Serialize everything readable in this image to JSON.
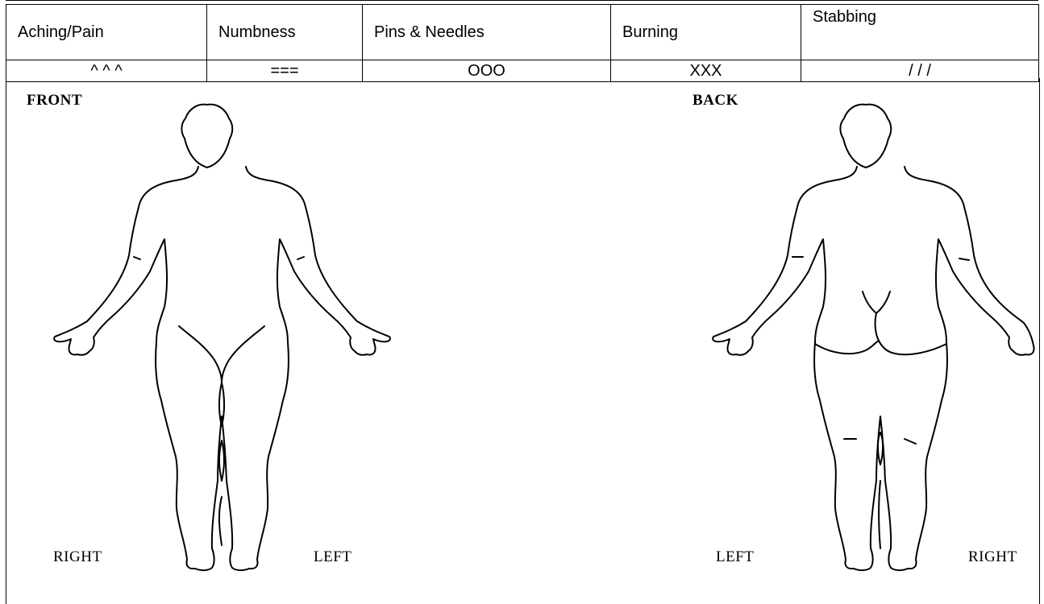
{
  "legend": {
    "names": [
      "Aching/Pain",
      "Numbness",
      "Pins & Needles",
      "Burning",
      "Stabbing"
    ],
    "symbols": [
      "^ ^ ^",
      "===",
      "OOO",
      "XXX",
      "/ / /"
    ]
  },
  "front": {
    "title": "FRONT",
    "right_label": "RIGHT",
    "left_label": "LEFT"
  },
  "back": {
    "title": "BACK",
    "left_label": "LEFT",
    "right_label": "RIGHT"
  }
}
